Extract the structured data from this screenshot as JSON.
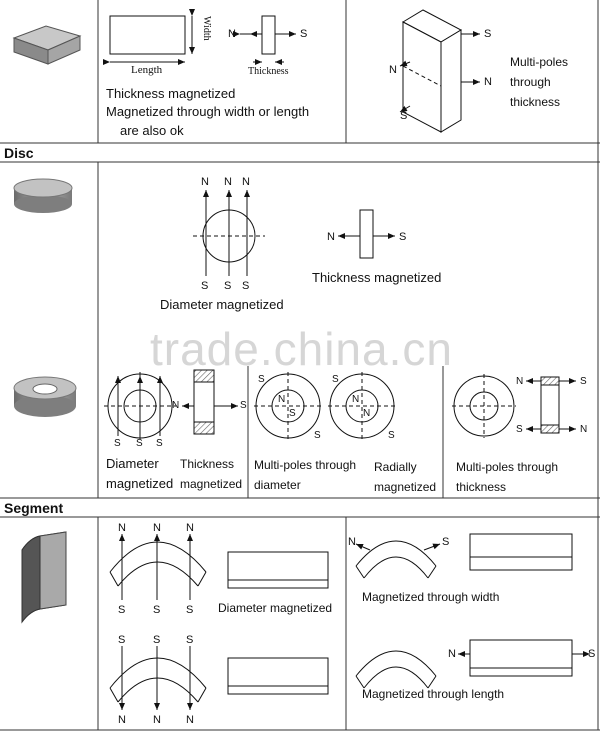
{
  "sections": {
    "disc": "Disc",
    "segment": "Segment"
  },
  "block": {
    "width": "Width",
    "length": "Length",
    "thickness": "Thickness",
    "note1": "Thickness magnetized",
    "note2": "Magnetized through width or length",
    "note3": "are also ok",
    "multi1": "Multi-poles",
    "multi2": "through",
    "multi3": "thickness"
  },
  "disc": {
    "diameter": "Diameter magnetized",
    "thickness": "Thickness magnetized"
  },
  "ring": {
    "diameter1": "Diameter",
    "diameter2": "magnetized",
    "thickness1": "Thickness",
    "thickness2": "magnetized",
    "multi_dia1": "Multi-poles through",
    "multi_dia2": "diameter",
    "radial1": "Radially",
    "radial2": "magnetized",
    "multi_thk1": "Multi-poles through",
    "multi_thk2": "thickness"
  },
  "segment": {
    "diameter": "Diameter magnetized",
    "width": "Magnetized through width",
    "length": "Magnetized through length"
  },
  "poles": {
    "n": "N",
    "s": "S"
  },
  "watermark": "trade.china.cn",
  "colors": {
    "grid": "#333333",
    "shape_fill": "#9a9a9a",
    "hatch": "#777777"
  }
}
